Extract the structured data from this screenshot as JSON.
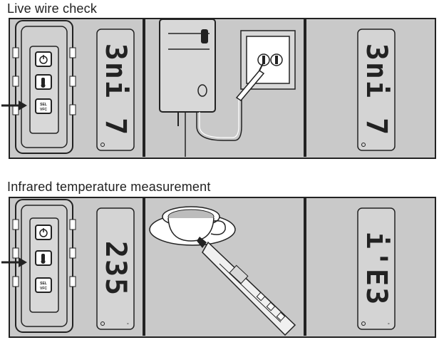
{
  "sections": [
    {
      "title": "Live wire check",
      "button_labels": {
        "sel": "SEL",
        "vfc": "VFC"
      },
      "lcd_readings": [
        "3ni 7",
        "3ni 7"
      ]
    },
    {
      "title": "Infrared temperature measurement",
      "button_labels": {
        "sel": "SEL",
        "vfc": "VFC"
      },
      "lcd_readings": [
        "235",
        "i'E3"
      ]
    }
  ],
  "colors": {
    "panel_bg": "#c9c9c9",
    "line": "#222222",
    "lcd_bg": "#d4d4d4"
  },
  "icons": [
    "power-icon",
    "thermometer-icon",
    "arrow-right-icon",
    "socket-icon",
    "probe-icon",
    "coffee-cup-icon"
  ]
}
